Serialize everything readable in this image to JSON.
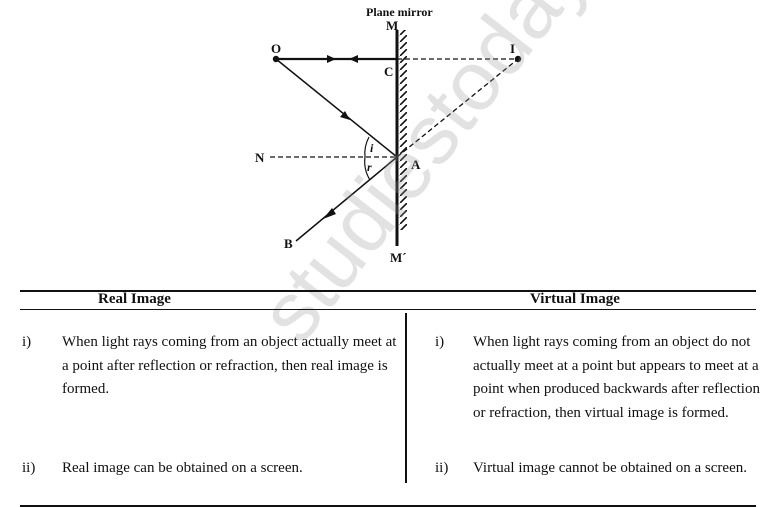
{
  "diagram": {
    "caption": "Plane mirror",
    "labels": {
      "M": "M",
      "M_prime": "M´",
      "O": "O",
      "I": "I",
      "C": "C",
      "N": "N",
      "A": "A",
      "B": "B",
      "i": "i",
      "r": "r"
    }
  },
  "table": {
    "headers": {
      "real": "Real Image",
      "virtual": "Virtual Image"
    },
    "rows": [
      {
        "real_num": "i)",
        "real_text": "When light rays coming from an object actually meet at a point after reflection or refraction, then real image is formed.",
        "virtual_num": "i)",
        "virtual_text": "When light rays coming from an object do not actually meet at a point but appears to meet at a point when produced backwards after reflection or refraction, then virtual image is formed."
      },
      {
        "real_num": "ii)",
        "real_text": "Real image can be obtained on a screen.",
        "virtual_num": "ii)",
        "virtual_text": "Virtual image cannot be obtained on a screen."
      }
    ]
  },
  "watermark": "studiestoday.com"
}
